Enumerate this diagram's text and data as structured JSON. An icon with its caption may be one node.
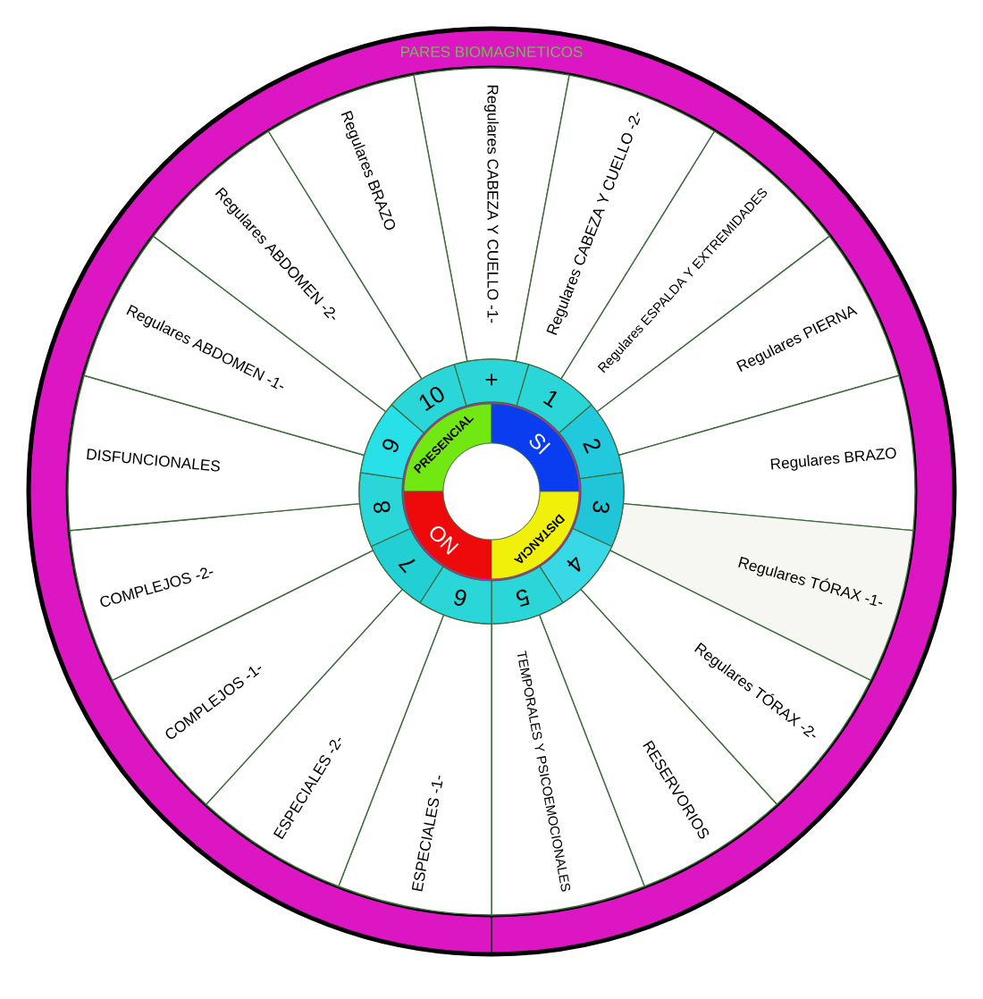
{
  "diagram": {
    "nodes": [
      {
        "text": [
          "PARES BIOMAGNETICOS"
        ]
      },
      {
        "text": [
          "Regulares CABEZA Y CUELLO -1-"
        ],
        "in": 0
      },
      {
        "text": [
          "Regulares CABEZA Y CUELLO -2-"
        ],
        "in": 0
      },
      {
        "text": [
          "Regulares ESPALDA Y EXTREMIDADES"
        ],
        "in": 0
      },
      {
        "text": [
          "Regulares PIERNA"
        ],
        "in": 0
      },
      {
        "text": [
          "Regulares BRAZO"
        ],
        "in": 0
      },
      {
        "text": [
          "Regulares TÓRAX -1-"
        ],
        "in": 0
      },
      {
        "text": [
          "Regulares TÓRAX -2-"
        ],
        "in": 0
      },
      {
        "text": [
          "RESERVORIOS"
        ],
        "in": 0
      },
      {
        "text": [
          "TEMPORALES Y PSICOEMOCIONALES"
        ],
        "in": 0
      },
      {
        "text": [
          "ESPECIALES -1-"
        ],
        "in": 0
      },
      {
        "text": [
          "ESPECIALES -2-"
        ],
        "in": 0
      },
      {
        "text": [
          "COMPLEJOS -1-"
        ],
        "in": 0
      },
      {
        "text": [
          "COMPLEJOS -2-"
        ],
        "in": 0
      },
      {
        "text": [
          "DISFUNCIONALES"
        ],
        "in": 0
      },
      {
        "text": [
          "Regulares ABDOMEN -1-"
        ],
        "in": 0
      },
      {
        "text": [
          "Regulares ABDOMEN -2-"
        ],
        "in": 0
      },
      {
        "text": [
          "Regulares BRAZO"
        ],
        "in": 0
      },
      {
        "text": [
          "+"
        ],
        "in": 0
      },
      {
        "text": [
          "1"
        ],
        "in": 0
      },
      {
        "text": [
          "2"
        ],
        "in": 0
      },
      {
        "text": [
          "3"
        ],
        "in": 0
      },
      {
        "text": [
          "4"
        ],
        "in": 0
      },
      {
        "text": [
          "5"
        ],
        "in": 0
      },
      {
        "text": [
          "6"
        ],
        "in": 0
      },
      {
        "text": [
          "7"
        ],
        "in": 0
      },
      {
        "text": [
          "8"
        ],
        "in": 0
      },
      {
        "text": [
          "9"
        ],
        "in": 0
      },
      {
        "text": [
          "10"
        ],
        "in": 0
      },
      {
        "text": [
          "PRESENCIAL"
        ],
        "in": 0
      },
      {
        "text": [
          "SI"
        ],
        "in": 0
      },
      {
        "text": [
          "NO"
        ],
        "in": 0
      },
      {
        "text": [
          "DISTANCIA"
        ],
        "in": 0
      }
    ]
  }
}
